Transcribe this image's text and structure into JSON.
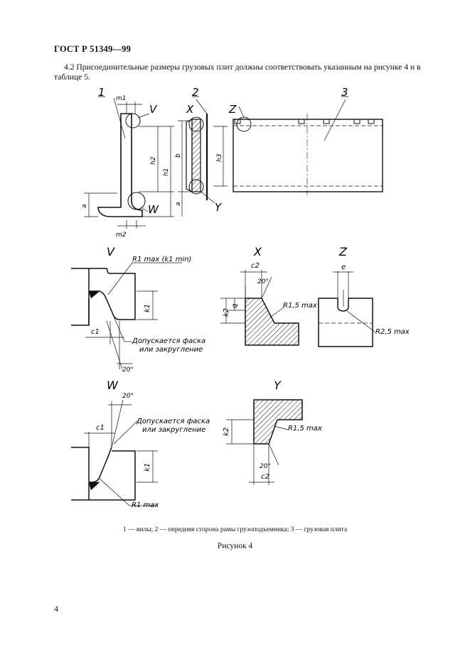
{
  "header": "ГОСТ Р  51349—99",
  "paragraph": "4.2 Присоединительные размеры грузовых плит должны соответствовать указанным на рисунке 4 и в таблице 5.",
  "labels": {
    "n1": "1",
    "n2": "2",
    "n3": "3",
    "V": "V",
    "W": "W",
    "X": "X",
    "Y": "Y",
    "Z": "Z",
    "m1": "m1",
    "m2": "m2",
    "h1": "h1",
    "h2": "h2",
    "h3": "h3",
    "b": "b",
    "a": "a",
    "c1": "c1",
    "c2": "c2",
    "k1": "k1",
    "k2": "k2",
    "q": "q",
    "e": "e",
    "deg20": "20°",
    "r1max_k1min": "R1 max (k1 min)",
    "r1max": "R1 max",
    "r15max": "R1,5 max",
    "r25max": "R2,5 max",
    "chamfer1": "Допускается фаска",
    "chamfer2": "или закругление"
  },
  "caption": "1 — вилы; 2 — передняя сторона рамы грузоподъемника; 3 — грузовая плита",
  "figure_title": "Рисунок 4",
  "page_number": "4"
}
